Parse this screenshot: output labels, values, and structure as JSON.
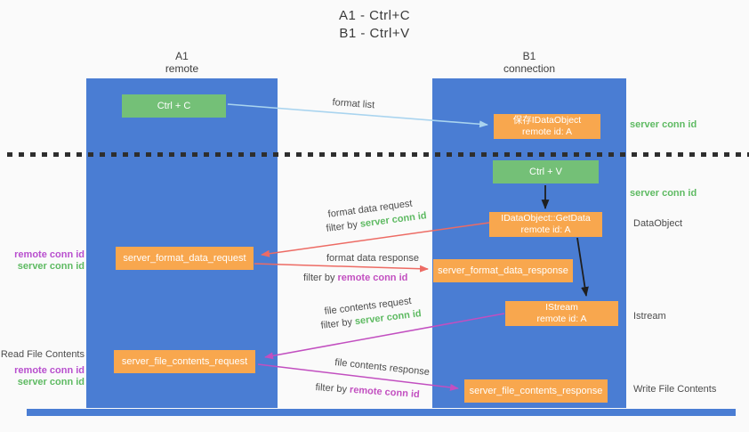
{
  "title": {
    "line1": "A1 - Ctrl+C",
    "line2": "B1 - Ctrl+V"
  },
  "lanes": {
    "left": {
      "name": "A1",
      "subtitle": "remote"
    },
    "right": {
      "name": "B1",
      "subtitle": "connection"
    }
  },
  "nodes": {
    "ctrl_c": {
      "label": "Ctrl + C"
    },
    "ctrl_v": {
      "label": "Ctrl + V"
    },
    "save_idataobject": {
      "line1": "保存IDataObject",
      "line2": "remote id: A"
    },
    "idataobject_getdata": {
      "line1": "IDataObject::GetData",
      "line2": "remote id: A"
    },
    "istream": {
      "line1": "IStream",
      "line2": "remote id: A"
    },
    "server_format_data_request": {
      "label": "server_format_data_request"
    },
    "server_format_data_response": {
      "label": "server_format_data_response"
    },
    "server_file_contents_request": {
      "label": "server_file_contents_request"
    },
    "server_file_contents_response": {
      "label": "server_file_contents_response"
    }
  },
  "right_labels": {
    "server_conn_id_top": "server conn id",
    "server_conn_id_mid": "server conn id",
    "dataobject": "DataObject",
    "istream": "Istream",
    "write_file_contents": "Write File Contents"
  },
  "left_labels": {
    "remote_conn_id_top": "remote conn id",
    "server_conn_id_top": "server conn id",
    "read_file_contents": "Read File Contents",
    "remote_conn_id_bottom": "remote conn id",
    "server_conn_id_bottom": "server conn id"
  },
  "arrow_labels": {
    "format_list": "format list",
    "format_data_request": "format data request",
    "format_data_request_filter_prefix": "filter by ",
    "format_data_request_filter_key": "server conn id",
    "format_data_response": "format data response",
    "format_data_response_filter_prefix": "filter by ",
    "format_data_response_filter_key": "remote conn id",
    "file_contents_request": "file contents request",
    "file_contents_request_filter_prefix": "filter by ",
    "file_contents_request_filter_key": "server conn id",
    "file_contents_response": "file contents response",
    "file_contents_response_filter_prefix": "filter by ",
    "file_contents_response_filter_key": "remote conn id"
  },
  "colors": {
    "lane_blue": "#4a7dd3",
    "node_orange": "#f8a74e",
    "node_green": "#74c077",
    "arrow_red": "#ed6b64",
    "arrow_purple": "#c24fc0",
    "arrow_light_blue": "#a9d4ef",
    "arrow_black": "#1f1f1f",
    "text_green": "#5eba62",
    "text_purple": "#b84fce",
    "text_gray": "#4c4c4c"
  }
}
